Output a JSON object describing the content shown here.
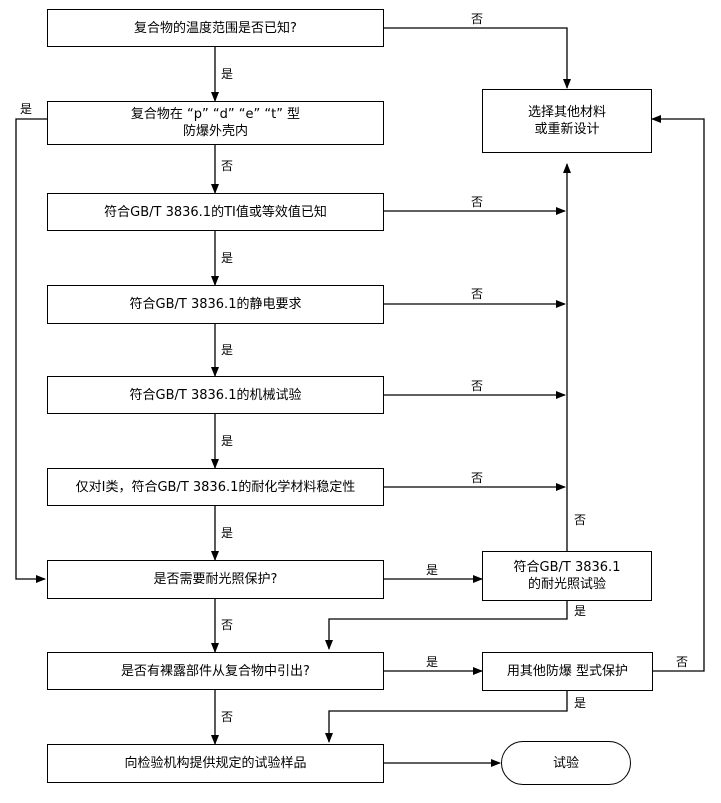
{
  "nodes": {
    "n1": "复合物的温度范围是否已知?",
    "n2": "复合物在 “p” “d” “e” “t” 型\n防爆外壳内",
    "n3": "符合GB/T 3836.1的TI值或等效值已知",
    "n4": "符合GB/T 3836.1的静电要求",
    "n5": "符合GB/T 3836.1的机械试验",
    "n6": "仅对Ⅰ类，符合GB/T 3836.1的耐化学材料稳定性",
    "n7": "是否需要耐光照保护?",
    "n8": "是否有裸露部件从复合物中引出?",
    "n9": "向检验机构提供规定的试验样品",
    "r1": "选择其他材料\n或重新设计",
    "r2": "符合GB/T 3836.1\n的耐光照试验",
    "r3": "用其他防爆 型式保护",
    "t1": "试验"
  },
  "edge_labels": {
    "l_n1_yes": "是",
    "l_n1_no": "否",
    "l_n2_yes": "是",
    "l_n2_no": "否",
    "l_n3_yes": "是",
    "l_n3_no": "否",
    "l_n4_yes": "是",
    "l_n4_no": "否",
    "l_n5_yes": "是",
    "l_n5_no": "否",
    "l_n6_yes": "是",
    "l_n6_no": "否",
    "l_n7_yes": "是",
    "l_n7_no": "否",
    "l_r2_yes": "是",
    "l_r2_no": "否",
    "l_n8_yes": "是",
    "l_n8_no": "否",
    "l_r3_yes": "是",
    "l_r3_no": "否"
  }
}
